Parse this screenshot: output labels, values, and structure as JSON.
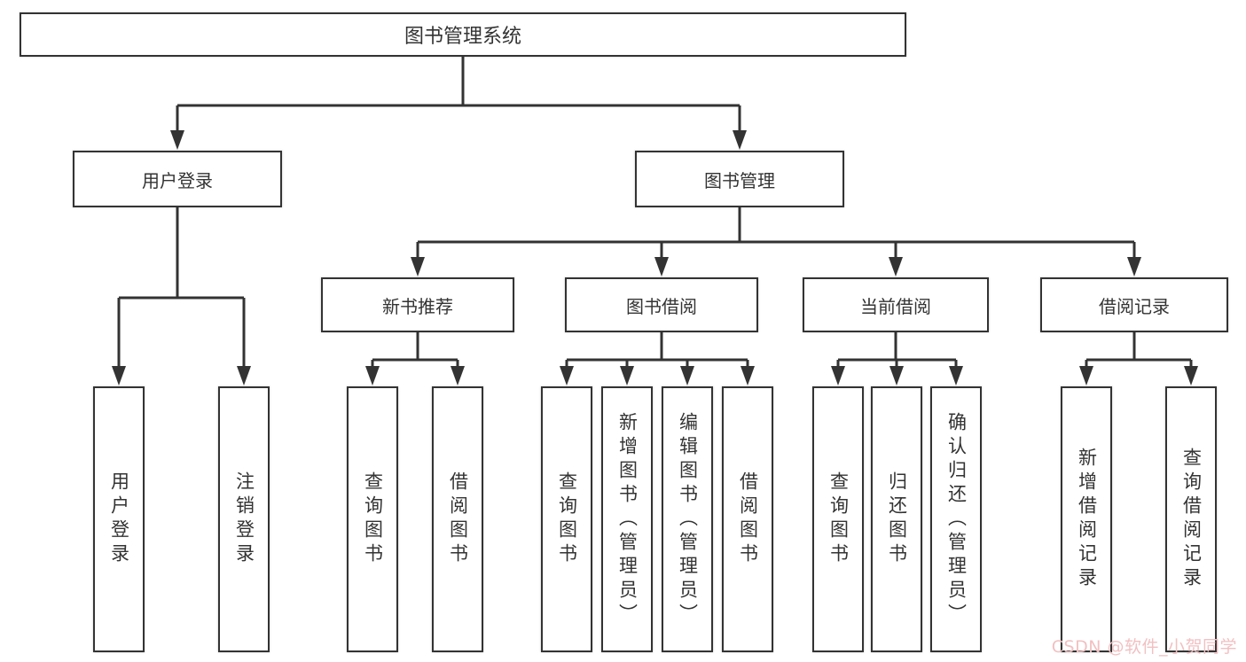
{
  "tree": {
    "root": "图书管理系统",
    "children": [
      {
        "label": "用户登录",
        "children": [
          "用户登录",
          "注销登录"
        ]
      },
      {
        "label": "图书管理",
        "children": [
          {
            "label": "新书推荐",
            "children": [
              "查询图书",
              "借阅图书"
            ]
          },
          {
            "label": "图书借阅",
            "children": [
              "查询图书",
              "新增图书（管理员）",
              "编辑图书（管理员）",
              "借阅图书"
            ]
          },
          {
            "label": "当前借阅",
            "children": [
              "查询图书",
              "归还图书",
              "确认归还（管理员）"
            ]
          },
          {
            "label": "借阅记录",
            "children": [
              "新增借阅记录",
              "查询借阅记录"
            ]
          }
        ]
      }
    ]
  },
  "watermark": {
    "text": "CSDN @软件_小贺同学",
    "color": "#f2c0c2"
  },
  "colors": {
    "line": "#333333",
    "box_border": "#333333",
    "text": "#333333",
    "background": "#ffffff"
  }
}
